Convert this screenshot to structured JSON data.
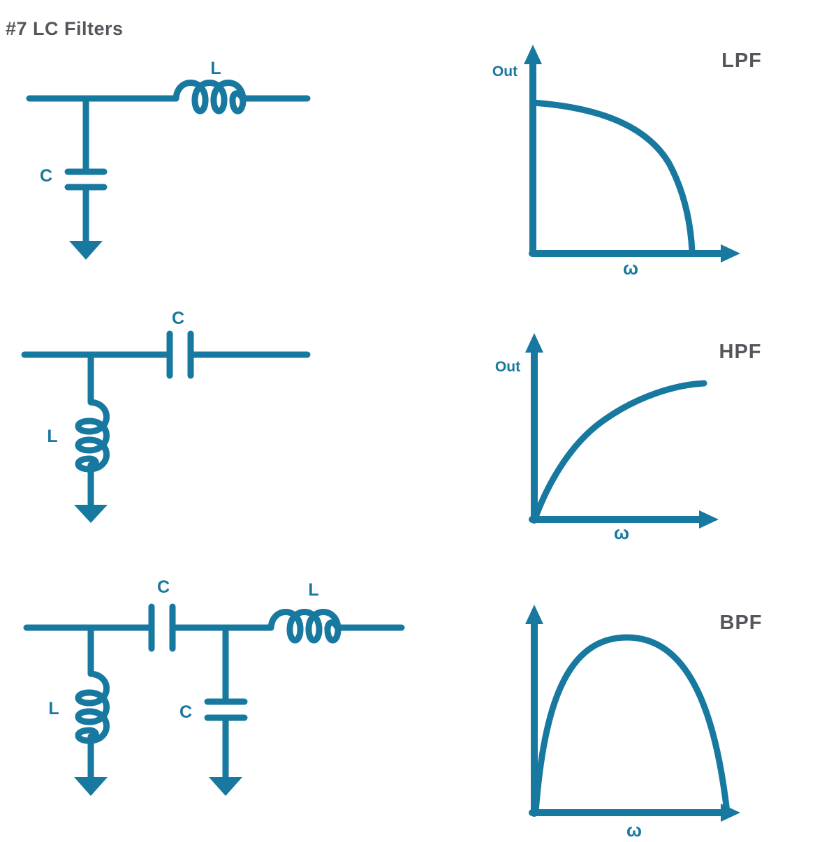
{
  "title": "#7 LC Filters",
  "colors": {
    "ink": "#1778a0",
    "heading": "#54565b"
  },
  "filters": [
    {
      "name": "LPF",
      "response": "low-pass: output starts at maximum and falls off as frequency increases",
      "y_axis": "Out",
      "x_axis": "ω",
      "components": {
        "series_inductor": "L",
        "shunt_capacitor": "C"
      }
    },
    {
      "name": "HPF",
      "response": "high-pass: output starts at zero and rises toward a plateau as frequency increases",
      "y_axis": "Out",
      "x_axis": "ω",
      "components": {
        "series_capacitor": "C",
        "shunt_inductor": "L"
      }
    },
    {
      "name": "BPF",
      "response": "band-pass: output is a bell curve, zero at low and high frequency with a peak in the middle band",
      "x_axis": "ω",
      "components": {
        "series_capacitor": "C",
        "shunt_inductor": "L",
        "shunt_capacitor": "C",
        "series_inductor": "L"
      }
    }
  ]
}
